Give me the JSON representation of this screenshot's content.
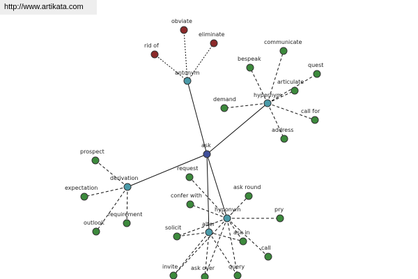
{
  "banner": {
    "text": "http://www.artikata.com"
  },
  "colors": {
    "root": "#3f4f9a",
    "hub": "#4a9aa8",
    "leaf": "#3c8a3c",
    "antonym_leaf": "#8b2a2a"
  },
  "graph": {
    "root": "ask",
    "hubs": [
      "antonym",
      "hypernym",
      "derivation",
      "hyponym",
      "alter"
    ],
    "nodes": [
      {
        "id": "ask",
        "label": "ask",
        "kind": "root"
      },
      {
        "id": "antonym",
        "label": "antonym",
        "kind": "hub"
      },
      {
        "id": "hypernym1",
        "label": "hypernym",
        "kind": "hub"
      },
      {
        "id": "derivation",
        "label": "derivation",
        "kind": "hub"
      },
      {
        "id": "hyponym2",
        "label": "hyponym",
        "kind": "hub"
      },
      {
        "id": "alter",
        "label": "alter",
        "kind": "hub"
      },
      {
        "id": "obviate",
        "label": "obviate",
        "kind": "antonym_leaf"
      },
      {
        "id": "eliminate",
        "label": "eliminate",
        "kind": "antonym_leaf"
      },
      {
        "id": "ridof",
        "label": "rid of",
        "kind": "antonym_leaf"
      },
      {
        "id": "communicate",
        "label": "communicate",
        "kind": "leaf"
      },
      {
        "id": "bespeak",
        "label": "bespeak",
        "kind": "leaf"
      },
      {
        "id": "quest",
        "label": "quest",
        "kind": "leaf"
      },
      {
        "id": "articulate",
        "label": "articulate",
        "kind": "leaf"
      },
      {
        "id": "demand",
        "label": "demand",
        "kind": "leaf"
      },
      {
        "id": "callfor",
        "label": "call for",
        "kind": "leaf"
      },
      {
        "id": "address",
        "label": "address",
        "kind": "leaf"
      },
      {
        "id": "prospect",
        "label": "prospect",
        "kind": "leaf"
      },
      {
        "id": "expectation",
        "label": "expectation",
        "kind": "leaf"
      },
      {
        "id": "requirement",
        "label": "requirement",
        "kind": "leaf"
      },
      {
        "id": "outlook",
        "label": "outlook",
        "kind": "leaf"
      },
      {
        "id": "request",
        "label": "request",
        "kind": "leaf"
      },
      {
        "id": "askround",
        "label": "ask round",
        "kind": "leaf"
      },
      {
        "id": "conferwith",
        "label": "confer with",
        "kind": "leaf"
      },
      {
        "id": "pry",
        "label": "pry",
        "kind": "leaf"
      },
      {
        "id": "solicit",
        "label": "solicit",
        "kind": "leaf"
      },
      {
        "id": "askin",
        "label": "ask in",
        "kind": "leaf"
      },
      {
        "id": "call",
        "label": "call",
        "kind": "leaf"
      },
      {
        "id": "invite",
        "label": "invite",
        "kind": "leaf"
      },
      {
        "id": "askover",
        "label": "ask over",
        "kind": "leaf"
      },
      {
        "id": "query",
        "label": "query",
        "kind": "leaf"
      }
    ],
    "edges": [
      {
        "from": "ask",
        "to": "antonym",
        "style": "solid"
      },
      {
        "from": "ask",
        "to": "hypernym1",
        "style": "solid"
      },
      {
        "from": "ask",
        "to": "derivation",
        "style": "solid"
      },
      {
        "from": "ask",
        "to": "hyponym2",
        "style": "solid"
      },
      {
        "from": "ask",
        "to": "alter",
        "style": "solid"
      },
      {
        "from": "antonym",
        "to": "obviate",
        "style": "dot"
      },
      {
        "from": "antonym",
        "to": "eliminate",
        "style": "dot"
      },
      {
        "from": "antonym",
        "to": "ridof",
        "style": "dot"
      },
      {
        "from": "hypernym1",
        "to": "communicate",
        "style": "dash"
      },
      {
        "from": "hypernym1",
        "to": "bespeak",
        "style": "dash"
      },
      {
        "from": "hypernym1",
        "to": "quest",
        "style": "dash"
      },
      {
        "from": "hypernym1",
        "to": "articulate",
        "style": "dash"
      },
      {
        "from": "hypernym1",
        "to": "demand",
        "style": "dash"
      },
      {
        "from": "hypernym1",
        "to": "callfor",
        "style": "dash"
      },
      {
        "from": "hypernym1",
        "to": "address",
        "style": "dash"
      },
      {
        "from": "derivation",
        "to": "prospect",
        "style": "dash"
      },
      {
        "from": "derivation",
        "to": "expectation",
        "style": "dash"
      },
      {
        "from": "derivation",
        "to": "requirement",
        "style": "dash"
      },
      {
        "from": "derivation",
        "to": "outlook",
        "style": "dash"
      },
      {
        "from": "hyponym2",
        "to": "request",
        "style": "dash"
      },
      {
        "from": "hyponym2",
        "to": "askround",
        "style": "dash"
      },
      {
        "from": "hyponym2",
        "to": "conferwith",
        "style": "dash"
      },
      {
        "from": "hyponym2",
        "to": "pry",
        "style": "dash"
      },
      {
        "from": "hyponym2",
        "to": "solicit",
        "style": "dash"
      },
      {
        "from": "hyponym2",
        "to": "askin",
        "style": "dash"
      },
      {
        "from": "hyponym2",
        "to": "call",
        "style": "dash"
      },
      {
        "from": "hyponym2",
        "to": "invite",
        "style": "dash"
      },
      {
        "from": "hyponym2",
        "to": "askover",
        "style": "dash"
      },
      {
        "from": "hyponym2",
        "to": "query",
        "style": "dash"
      },
      {
        "from": "alter",
        "to": "solicit",
        "style": "dash"
      },
      {
        "from": "alter",
        "to": "askin",
        "style": "dash"
      },
      {
        "from": "alter",
        "to": "invite",
        "style": "dash"
      },
      {
        "from": "alter",
        "to": "askover",
        "style": "dash"
      },
      {
        "from": "alter",
        "to": "query",
        "style": "dash"
      }
    ]
  }
}
